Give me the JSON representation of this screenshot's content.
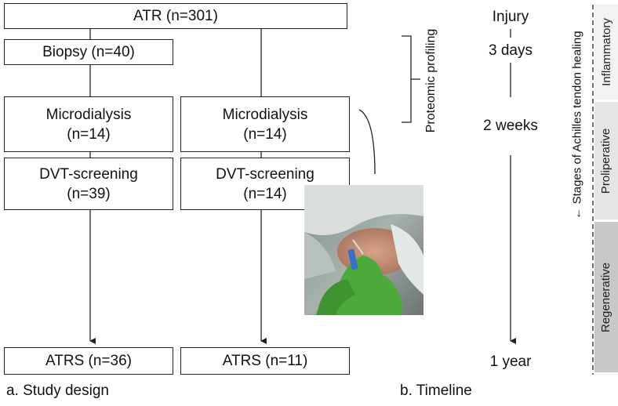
{
  "study_design": {
    "top": "ATR (n=301)",
    "biopsy": "Biopsy (n=40)",
    "left": {
      "microdialysis": [
        "Microdialysis",
        "(n=14)"
      ],
      "dvt": [
        "DVT-screening",
        "(n=39)"
      ],
      "atrs": "ATRS (n=36)"
    },
    "right": {
      "microdialysis": [
        "Microdialysis",
        "(n=14)"
      ],
      "dvt": [
        "DVT-screening",
        "(n=14)"
      ],
      "atrs": "ATRS (n=11)"
    },
    "caption": "a. Study design"
  },
  "timeline": {
    "points": [
      "Injury",
      "3 days",
      "2 weeks",
      "1 year"
    ],
    "bracket_label": "Proteomic profiling",
    "caption": "b. Timeline"
  },
  "stages": {
    "axis_label": "← Stages of Achilles tendon healing",
    "items": [
      "Inflammatory",
      "Proliperative",
      "Regenerative"
    ]
  },
  "colors": {
    "stage_inflammatory": "#f2f2f2",
    "stage_proliferative": "#e4e4e4",
    "stage_regenerative": "#c8c8c8",
    "glove": "#4caa3a"
  }
}
